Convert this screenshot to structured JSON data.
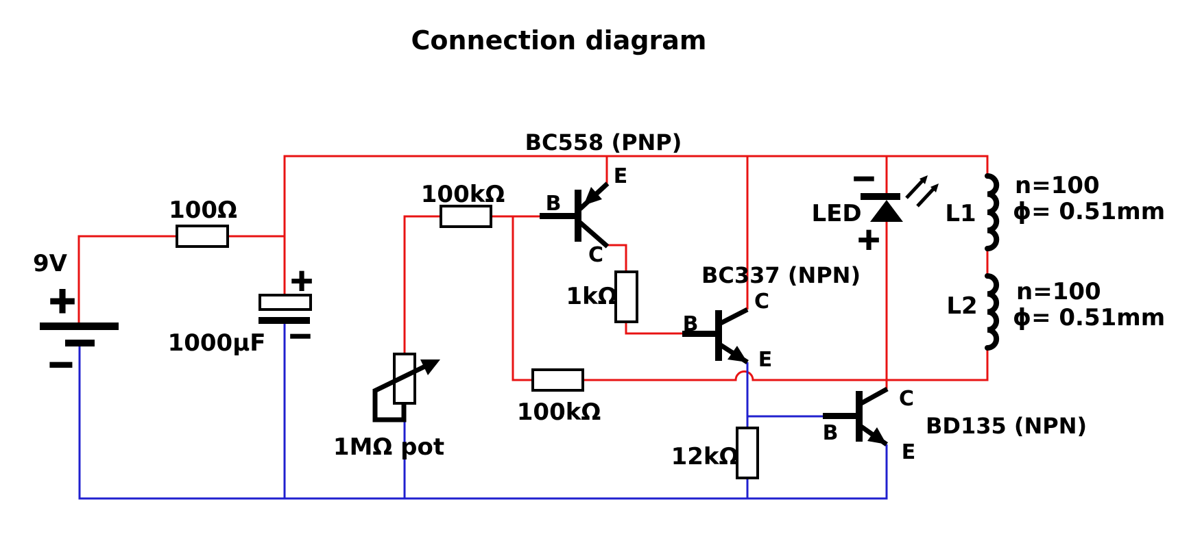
{
  "title": {
    "text": "Connection diagram"
  },
  "colors": {
    "wire_red": "#e81313",
    "wire_blue": "#2020cf",
    "title_green": "#0e8c0e"
  },
  "battery": {
    "label": "9V",
    "plus": "+",
    "minus": "−"
  },
  "capacitor": {
    "label": "1000µF",
    "plus": "+",
    "minus": "−"
  },
  "resistors": {
    "r_100": {
      "label": "100Ω"
    },
    "r_100k_base": {
      "label": "100kΩ"
    },
    "r_1k": {
      "label": "1kΩ"
    },
    "r_100k_feedback": {
      "label": "100kΩ"
    },
    "r_12k": {
      "label": "12kΩ"
    }
  },
  "potentiometer": {
    "label": "1MΩ pot"
  },
  "transistors": {
    "q1": {
      "label": "BC558 (PNP)",
      "pin_e": "E",
      "pin_b": "B",
      "pin_c": "C"
    },
    "q2": {
      "label": "BC337 (NPN)",
      "pin_e": "E",
      "pin_b": "B",
      "pin_c": "C"
    },
    "q3": {
      "label": "BD135 (NPN)",
      "pin_e": "E",
      "pin_b": "B",
      "pin_c": "C"
    }
  },
  "led": {
    "label": "LED",
    "plus": "+",
    "minus": "−"
  },
  "inductors": {
    "l1": {
      "label": "L1",
      "turns": "n=100",
      "wire_diameter": "ϕ= 0.51mm"
    },
    "l2": {
      "label": "L2",
      "turns": "n=100",
      "wire_diameter": "ϕ= 0.51mm"
    }
  }
}
